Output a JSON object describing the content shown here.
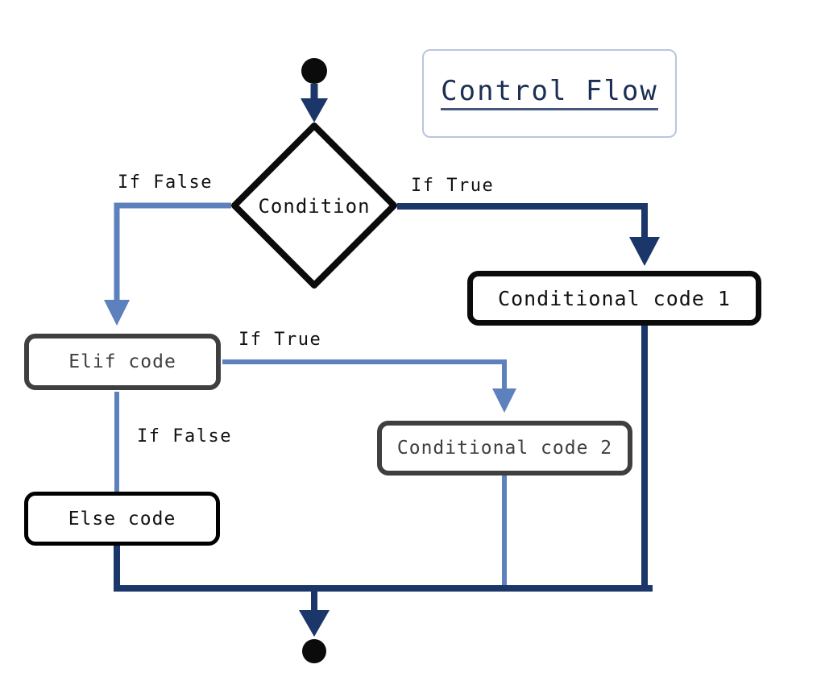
{
  "title": {
    "text": "Control Flow"
  },
  "palette": {
    "background": "#ffffff",
    "node_black": "#0b0b0b",
    "node_gray": "#3f3f3f",
    "edge_navy": "#1b3668",
    "edge_steel": "#5c81bd",
    "title_border": "#b9c6dd",
    "title_text": "#1b2f54",
    "terminal_fill": "#0b0b0b"
  },
  "nodes": {
    "start": {
      "name": "start-terminal",
      "shape": "filled-circle"
    },
    "condition": {
      "label": "Condition",
      "shape": "diamond"
    },
    "conditional_code_1": {
      "label": "Conditional code 1",
      "shape": "rounded-rect"
    },
    "elif_code": {
      "label": "Elif code",
      "shape": "rounded-rect"
    },
    "conditional_code_2": {
      "label": "Conditional code 2",
      "shape": "rounded-rect"
    },
    "else_code": {
      "label": "Else code",
      "shape": "rounded-rect"
    },
    "end": {
      "name": "end-terminal",
      "shape": "filled-circle"
    }
  },
  "edges": [
    {
      "id": "start-to-condition",
      "label": "",
      "color": "#1b3668",
      "arrow": true
    },
    {
      "id": "condition-false-to-elif",
      "label": "If False",
      "color": "#5c81bd",
      "arrow": true
    },
    {
      "id": "condition-true-to-code1",
      "label": "If True",
      "color": "#1b3668",
      "arrow": true
    },
    {
      "id": "elif-true-to-code2",
      "label": "If True",
      "color": "#5c81bd",
      "arrow": true
    },
    {
      "id": "elif-false-to-else",
      "label": "If False",
      "color": "#5c81bd",
      "arrow": false
    },
    {
      "id": "code1-to-merge",
      "label": "",
      "color": "#1b3668",
      "arrow": false
    },
    {
      "id": "code2-to-merge",
      "label": "",
      "color": "#5c81bd",
      "arrow": false
    },
    {
      "id": "else-to-merge",
      "label": "",
      "color": "#1b3668",
      "arrow": false
    },
    {
      "id": "merge-to-end",
      "label": "",
      "color": "#1b3668",
      "arrow": true
    }
  ],
  "edge_labels": {
    "if_false_1": "If False",
    "if_true_1": "If True",
    "if_true_2": "If True",
    "if_false_2": "If False"
  }
}
